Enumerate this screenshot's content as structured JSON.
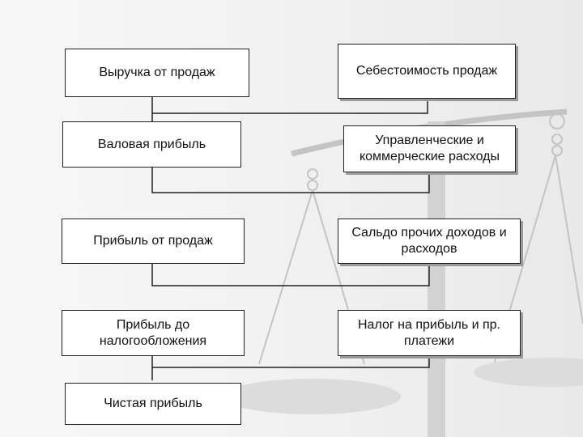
{
  "colors": {
    "background": "#f2f2f2",
    "box_fill": "#ffffff",
    "border": "#222222",
    "scales_watermark": "#c8c8c8"
  },
  "left": [
    {
      "label": "Выручка от продаж"
    },
    {
      "label": "Валовая прибыль"
    },
    {
      "label": "Прибыль от продаж"
    },
    {
      "label": "Прибыль до налогообложения"
    },
    {
      "label": "Чистая прибыль"
    }
  ],
  "right": [
    {
      "label": "Себестоимость продаж"
    },
    {
      "label": "Управленческие и коммерческие расходы"
    },
    {
      "label": "Сальдо прочих доходов и расходов"
    },
    {
      "label": "Налог на прибыль и пр. платежи"
    }
  ]
}
